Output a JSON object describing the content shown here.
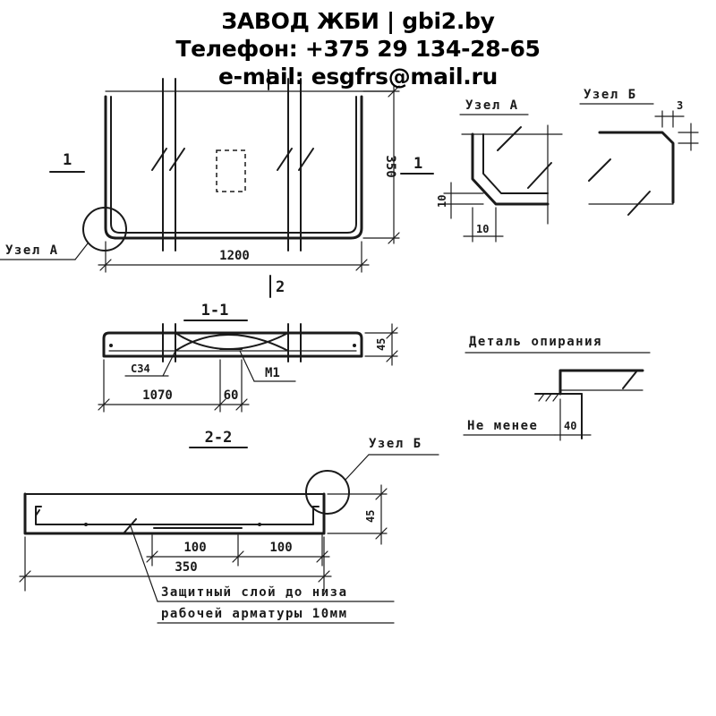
{
  "header": {
    "line1": "ЗАВОД ЖБИ | gbi2.by",
    "line2": "Телефон: +375 29 134-28-65",
    "line3": "e-mail: esgfrs@mail.ru"
  },
  "plan": {
    "section_mark_left": "1",
    "section_mark_right": "1",
    "section_mark_top": "2",
    "section_mark_bottom": "2",
    "dim_width": "1200",
    "dim_height": "350",
    "node_label": "Узел А"
  },
  "node_a": {
    "title": "Узел А",
    "dim_h": "10",
    "dim_w": "10"
  },
  "node_b": {
    "title": "Узел Б",
    "dim": "3"
  },
  "section_1": {
    "title": "1-1",
    "left_label": "С34",
    "right_label": "М1",
    "dim_a": "1070",
    "dim_b": "60",
    "dim_h": "45"
  },
  "support_detail": {
    "title": "Деталь опирания",
    "min_label": "Не менее",
    "min_value": "40"
  },
  "section_2": {
    "title": "2-2",
    "node_label": "Узел Б",
    "dim_a": "100",
    "dim_b": "100",
    "dim_total": "350",
    "dim_h": "45",
    "note_line1": "Защитный слой до низа",
    "note_line2": "рабочей арматуры 10мм"
  },
  "colors": {
    "ink": "#1a1a1a",
    "paper": "#ffffff"
  }
}
